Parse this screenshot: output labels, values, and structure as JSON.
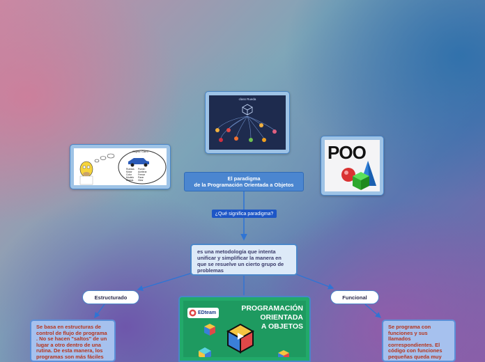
{
  "central_node": {
    "line1": "El paradigma",
    "line2": "de la Programación Orientada a Objetos"
  },
  "edge_label": "¿Qué significa paradigma?",
  "definition_node": "es una metodología que intenta unificar y simplificar la manera en que se resuelve un cierto grupo de problemas",
  "branches": {
    "left": {
      "label": "Estructurado",
      "note": "Se basa en estructuras de control de flujo de programa . No se hacen \"saltos\" de un lugar a otro dentro de una rutina. De esta manera, los programas son más fáciles de entender."
    },
    "right": {
      "label": "Funcional",
      "note": "Se programa con funciones y sus llamados correspondientes. El código con funciones pequeñas queda muy claro y ordenado."
    }
  },
  "images": {
    "class_diagram": {
      "title": "class Rueda"
    },
    "homer": {
      "card_title": "Objeto: Carro",
      "col1": [
        "Ruedas",
        "Motor",
        "Color",
        "Modelo",
        "Chasis"
      ],
      "col2": [
        "Puede:",
        "Acelerar",
        "Frenar",
        "Parar",
        "Girar"
      ]
    },
    "poo": {
      "text": "POO"
    },
    "video": {
      "brand": "EDteam",
      "title_line1": "PROGRAMACIÓN",
      "title_line2": "ORIENTADA",
      "title_line3": "A OBJETOS"
    }
  },
  "colors": {
    "node_blue": "#4b86d0",
    "link_blue": "#3a7ed8",
    "note_text": "#b5341c",
    "edge_label_bg": "#1d56c6"
  }
}
